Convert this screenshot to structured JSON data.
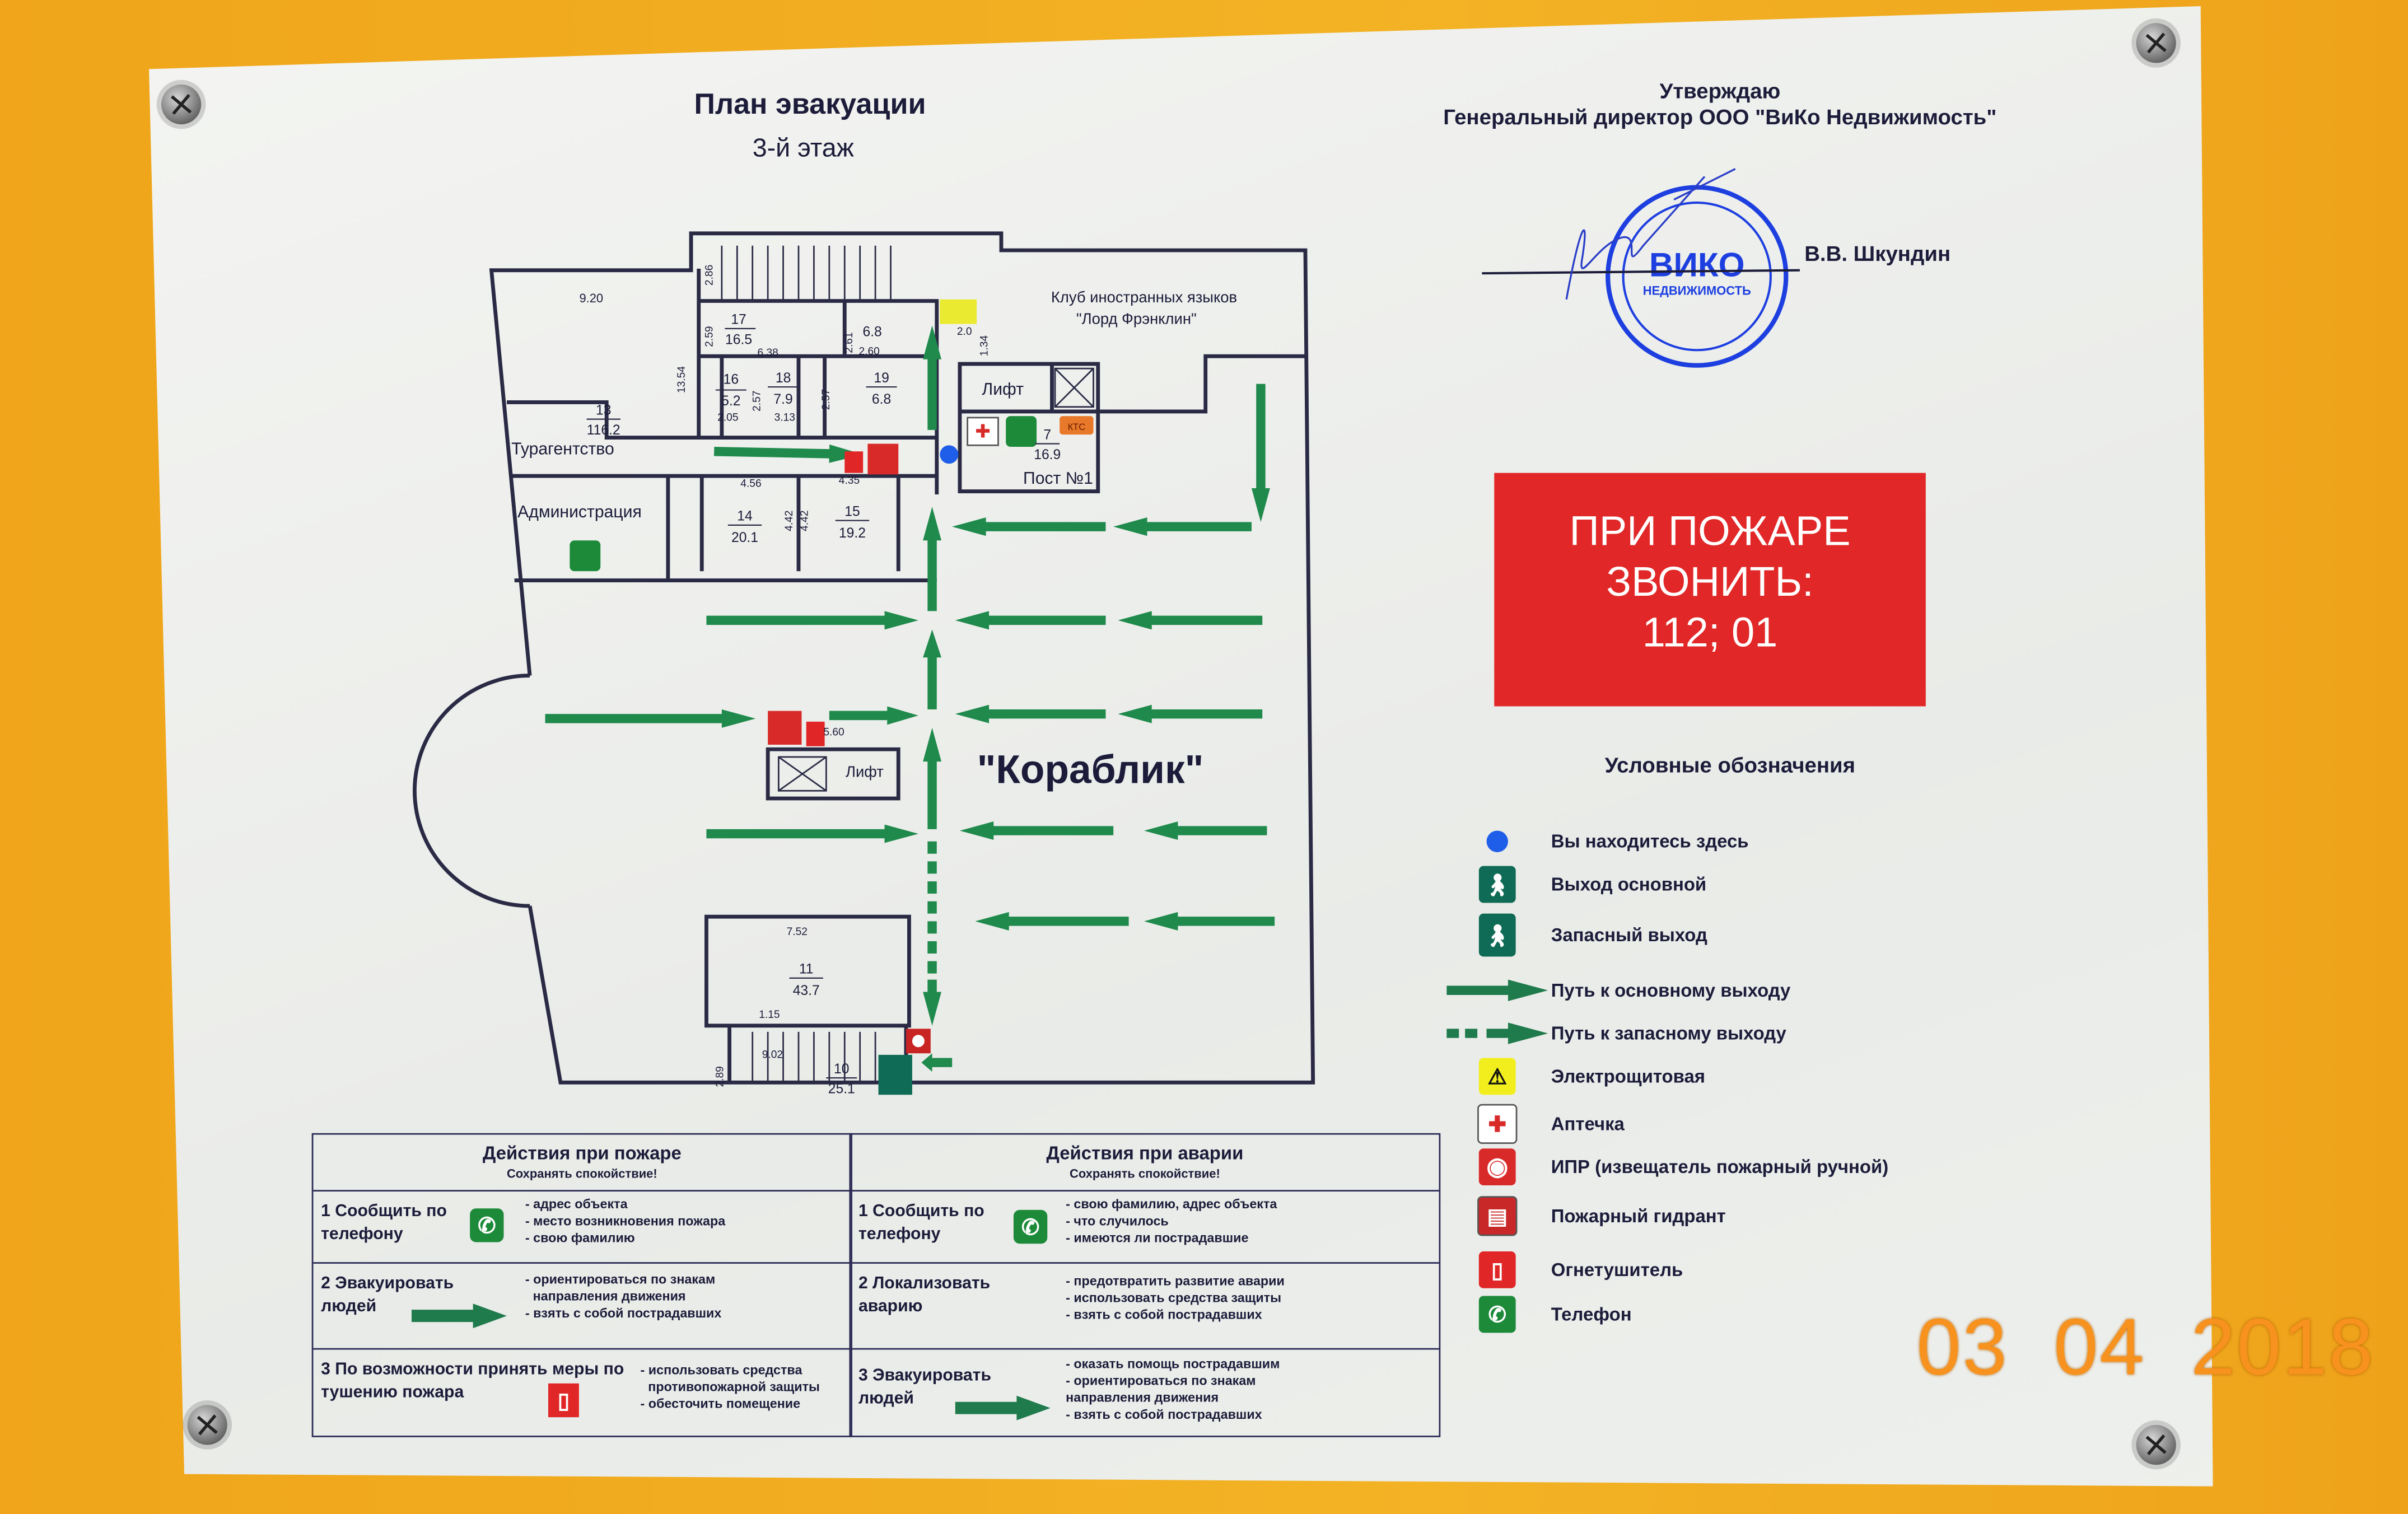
{
  "header": {
    "title": "План эвакуации",
    "floor": "3-й этаж"
  },
  "approval": {
    "line1": "Утверждаю",
    "line2": "Генеральный директор ООО \"ВиКо Недвижимость\"",
    "signer": "В.В. Шкундин",
    "stamp_logo": "ВИКО",
    "stamp_sub": "НЕДВИЖИМОСТЬ"
  },
  "fire_call": {
    "line1": "ПРИ ПОЖАРЕ",
    "line2": "ЗВОНИТЬ:",
    "line3": "112; 01"
  },
  "legend": {
    "title": "Условные обозначения",
    "items": [
      {
        "icon": "you-are-here-dot",
        "label": "Вы находитесь здесь"
      },
      {
        "icon": "main-exit-sign",
        "label": "Выход основной"
      },
      {
        "icon": "spare-exit-sign",
        "label": "Запасный выход"
      },
      {
        "icon": "solid-arrow",
        "label": "Путь к основному выходу"
      },
      {
        "icon": "dashed-arrow",
        "label": "Путь к запасному выходу"
      },
      {
        "icon": "high-voltage-sign",
        "label": "Электрощитовая"
      },
      {
        "icon": "first-aid-kit",
        "label": "Аптечка"
      },
      {
        "icon": "manual-fire-alarm",
        "label": "ИПР (извещатель пожарный ручной)"
      },
      {
        "icon": "fire-hydrant",
        "label": "Пожарный гидрант"
      },
      {
        "icon": "fire-extinguisher",
        "label": "Огнетушитель"
      },
      {
        "icon": "telephone",
        "label": "Телефон"
      }
    ]
  },
  "plan": {
    "labels": [
      "9.20",
      "13",
      "116.2",
      "Турагентство",
      "Администрация",
      "13.54",
      "2.86",
      "17",
      "16.5",
      "6.38",
      "2.59",
      "6.8",
      "2.60",
      "2.61",
      "16",
      "5.2",
      "2.05",
      "2.57",
      "18",
      "7.9",
      "3.13",
      "2.57",
      "19",
      "6.8",
      "4.56",
      "4.35",
      "14",
      "20.1",
      "4.42",
      "4.42",
      "15",
      "19.2",
      "Лифт",
      "7",
      "16.9",
      "КТС",
      "Пост №1",
      "2.0",
      "1.34",
      "Клуб иностранных языков",
      "\"Лорд Фрэнклин\"",
      "5.60",
      "Лифт",
      "\"Кораблик\"",
      "7.52",
      "11",
      "43.7",
      "1.15",
      "9.02",
      "10",
      "25.1",
      "2.89"
    ],
    "colors": {
      "arrow": "#1f8a4c",
      "wall": "#2a2a45",
      "red": "#d92a2a",
      "blue": "#1e5ee8"
    }
  },
  "tables": {
    "fire": {
      "title": "Действия при пожаре",
      "subtitle": "Сохранять спокойствие!",
      "rows": [
        {
          "action": "1 Сообщить по телефону",
          "notes": [
            "- адрес объекта",
            "- место возникновения пожара",
            "- свою фамилию"
          ]
        },
        {
          "action": "2 Эвакуировать людей",
          "notes": [
            "- ориентироваться по знакам",
            "направления движения",
            "- взять с собой пострадавших"
          ]
        },
        {
          "action": "3 По возможности принять меры по тушению пожара",
          "notes": [
            "- использовать средства",
            "противопожарной защиты",
            "- обесточить помещение"
          ]
        }
      ]
    },
    "accident": {
      "title": "Действия при аварии",
      "subtitle": "Сохранять спокойствие!",
      "rows": [
        {
          "action": "1 Сообщить по телефону",
          "notes": [
            "- свою фамилию, адрес объекта",
            "- что случилось",
            "- имеются ли пострадавшие"
          ]
        },
        {
          "action": "2 Локализовать аварию",
          "notes": [
            "- предотвратить развитие аварии",
            "- использовать средства защиты",
            "- взять с собой пострадавших"
          ]
        },
        {
          "action": "3 Эвакуировать людей",
          "notes": [
            "- оказать помощь пострадавшим",
            "- ориентироваться по знакам",
            "направления движения",
            "- взять с собой пострадавших"
          ]
        }
      ]
    }
  },
  "photo_date": "03 04 2018"
}
